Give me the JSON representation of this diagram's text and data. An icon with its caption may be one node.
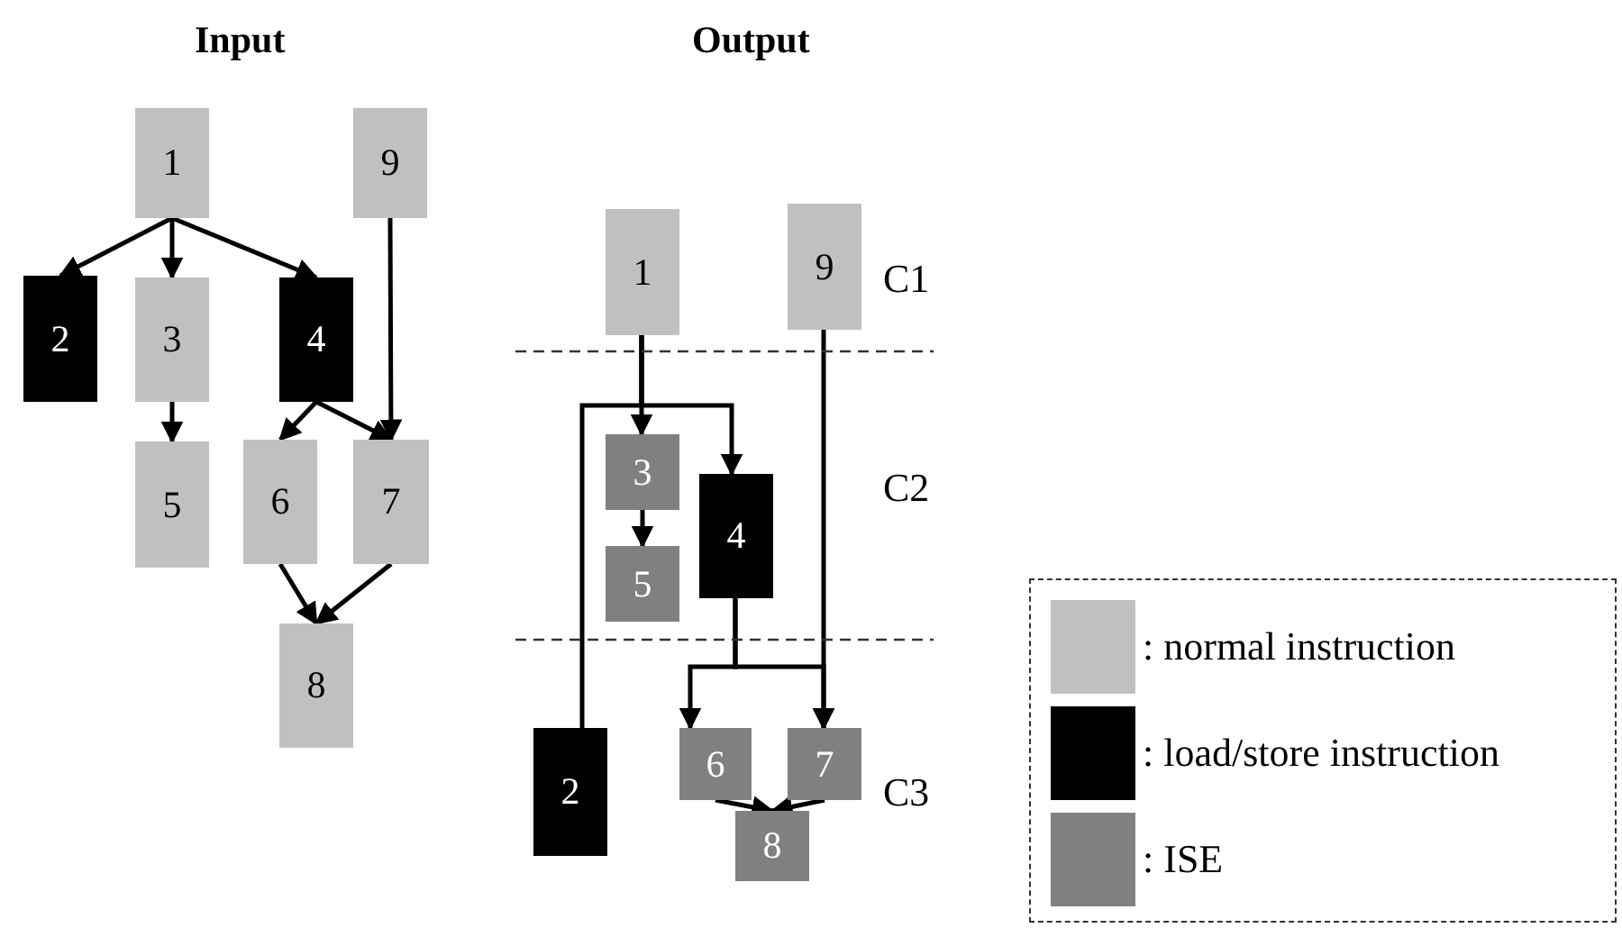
{
  "diagram": {
    "nodes": [
      {
        "text": [
          "1"
        ]
      },
      {
        "text": [
          "9"
        ]
      },
      {
        "text": [
          "2"
        ]
      },
      {
        "text": [
          "3"
        ]
      },
      {
        "text": [
          "4"
        ]
      },
      {
        "text": [
          "5"
        ]
      },
      {
        "text": [
          "6"
        ]
      },
      {
        "text": [
          "7"
        ]
      },
      {
        "text": [
          "8"
        ]
      },
      {
        "text": [
          "1"
        ]
      },
      {
        "text": [
          "9"
        ]
      },
      {
        "text": [
          "3"
        ]
      },
      {
        "text": [
          "4"
        ]
      },
      {
        "text": [
          "5"
        ]
      },
      {
        "text": [
          "2"
        ]
      },
      {
        "text": [
          "6"
        ]
      },
      {
        "text": [
          "7"
        ]
      },
      {
        "text": [
          "8"
        ]
      }
    ],
    "edges": [
      {
        "from": 0,
        "to": 2,
        "arrow": "to"
      },
      {
        "from": 0,
        "to": 3,
        "arrow": "to"
      },
      {
        "from": 0,
        "to": 4,
        "arrow": "to"
      },
      {
        "from": 3,
        "to": 5,
        "arrow": "to"
      },
      {
        "from": 4,
        "to": 6,
        "arrow": "to"
      },
      {
        "from": 4,
        "to": 7,
        "arrow": "to"
      },
      {
        "from": 1,
        "to": 7,
        "arrow": "to"
      },
      {
        "from": 6,
        "to": 8,
        "arrow": "to"
      },
      {
        "from": 7,
        "to": 8,
        "arrow": "to"
      },
      {
        "from": 9,
        "to": 14,
        "arrow": "none"
      },
      {
        "from": 9,
        "to": 11,
        "arrow": "to"
      },
      {
        "from": 9,
        "to": 12,
        "arrow": "to"
      },
      {
        "from": 11,
        "to": 13,
        "arrow": "to"
      },
      {
        "from": 12,
        "to": 15,
        "arrow": "to"
      },
      {
        "from": 12,
        "to": 16,
        "arrow": "to"
      },
      {
        "from": 10,
        "to": 16,
        "arrow": "to"
      },
      {
        "from": 15,
        "to": 17,
        "arrow": "to"
      },
      {
        "from": 16,
        "to": 17,
        "arrow": "to"
      }
    ],
    "labels": [
      "Input",
      "Output",
      "C1",
      "C2",
      "C3"
    ],
    "legend": [
      {
        "text": ": normal instruction",
        "color": "#c0c0c0"
      },
      {
        "text": ": load/store instruction",
        "color": "#000000"
      },
      {
        "text": ": ISE",
        "color": "#808080"
      }
    ]
  }
}
